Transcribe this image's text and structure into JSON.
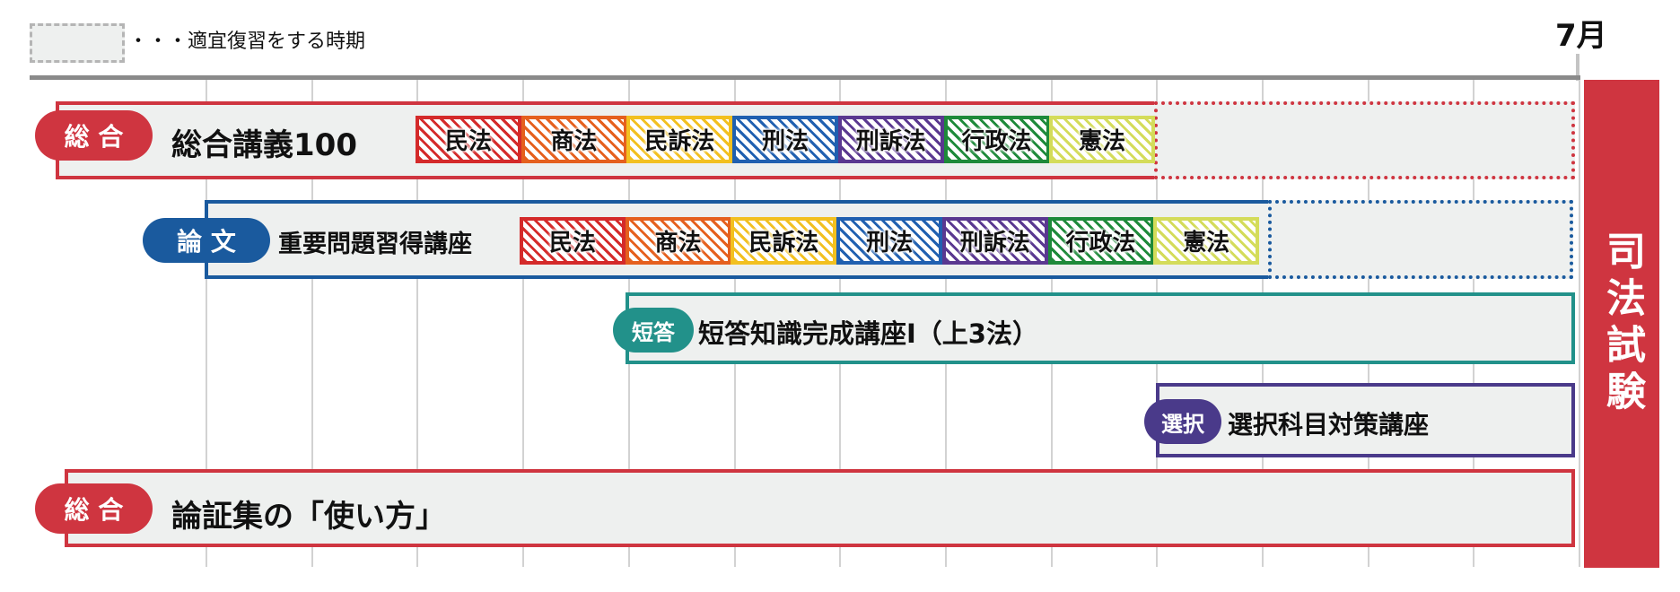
{
  "legend": {
    "text": "・・・適宜復習をする時期"
  },
  "timeline": {
    "month_label": "7月",
    "exam_label": "司法試験"
  },
  "colors": {
    "red": "#cf3540",
    "blue": "#1a5a9e",
    "teal": "#22918a",
    "purple": "#4a3a8a",
    "bg": "#eef0ef"
  },
  "subjects": [
    {
      "name": "民法",
      "color": "#d42a2a"
    },
    {
      "name": "商法",
      "color": "#e5601e"
    },
    {
      "name": "民訴法",
      "color": "#f2c020"
    },
    {
      "name": "刑法",
      "color": "#2060b0"
    },
    {
      "name": "刑訴法",
      "color": "#5a3890"
    },
    {
      "name": "行政法",
      "color": "#1e8a3a"
    },
    {
      "name": "憲法",
      "color": "#d4dc5a"
    }
  ],
  "rows": [
    {
      "badge": "総 合",
      "title": "総合講義100"
    },
    {
      "badge": "論 文",
      "title": "重要問題習得講座"
    },
    {
      "badge": "短答",
      "title": "短答知識完成講座Ⅰ（上3法）"
    },
    {
      "badge": "選択",
      "title": "選択科目対策講座"
    },
    {
      "badge": "総 合",
      "title": "論証集の「使い方」"
    }
  ]
}
